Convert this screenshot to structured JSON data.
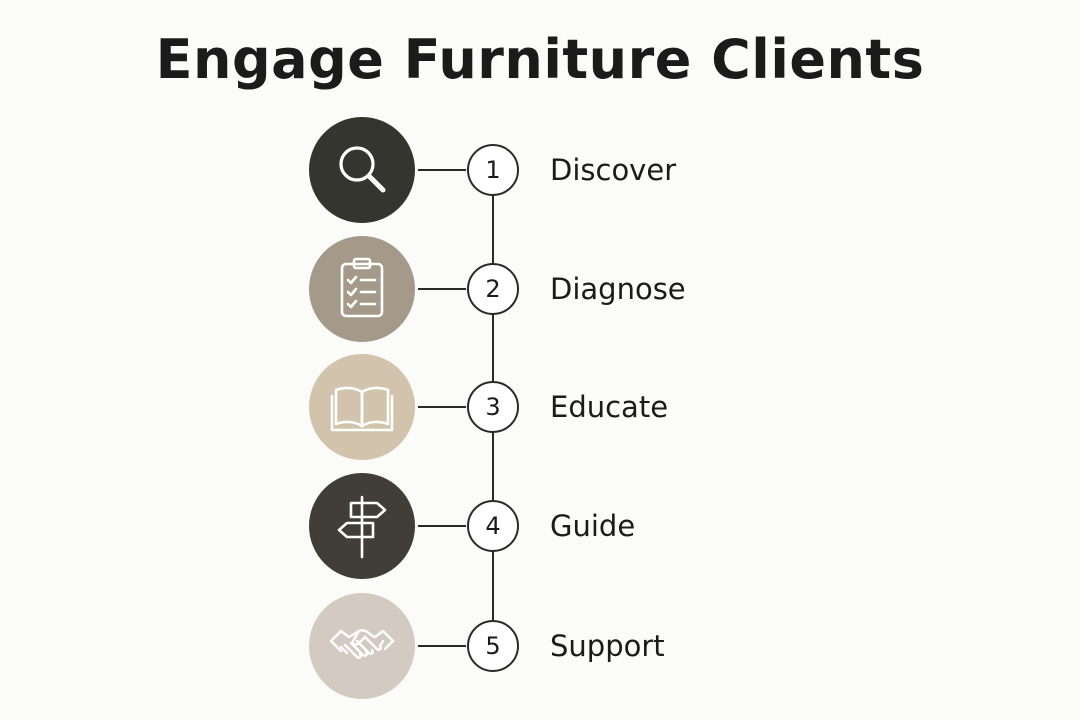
{
  "title": "Engage Furniture Clients",
  "steps": [
    {
      "number": "1",
      "label": "Discover",
      "icon": "magnifying-glass-icon",
      "color": "#353530"
    },
    {
      "number": "2",
      "label": "Diagnose",
      "icon": "clipboard-checklist-icon",
      "color": "#a59a89"
    },
    {
      "number": "3",
      "label": "Educate",
      "icon": "open-book-icon",
      "color": "#d2c3ac"
    },
    {
      "number": "4",
      "label": "Guide",
      "icon": "signpost-icon",
      "color": "#403e36"
    },
    {
      "number": "5",
      "label": "Support",
      "icon": "handshake-icon",
      "color": "#d3cbc1"
    }
  ]
}
